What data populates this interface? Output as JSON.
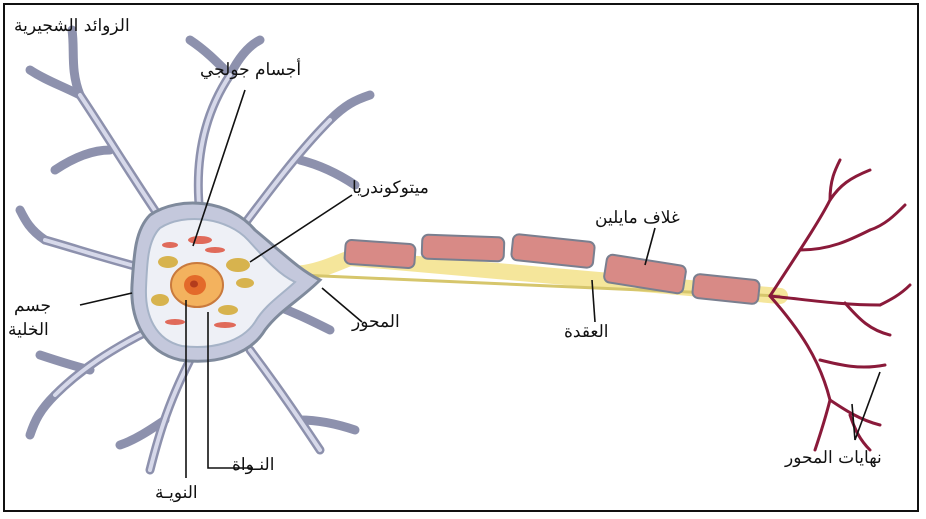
{
  "labels": {
    "dendrites": "الزوائد الشجيرية",
    "golgi": "أجسام جولجي",
    "mitochondria": "ميتوكوندريا",
    "myelin": "غلاف مايلين",
    "cell_body_line1": "جسم",
    "cell_body_line2": "الخلية",
    "axon": "المحور",
    "node": "العقدة",
    "nucleus": "النـواة",
    "nucleolus": "النويـة",
    "axon_terminals": "نهايات المحور"
  },
  "colors": {
    "cell_membrane": "#7f8a9c",
    "cytoplasm": "#eef0f6",
    "dendrite_fill": "#c9cbe0",
    "myelin_segment": "#d88a86",
    "axon_glow": "#f3e28a",
    "nucleus_core": "#e36a2a",
    "terminals": "#8a1a3a",
    "leader_line": "#111111"
  }
}
